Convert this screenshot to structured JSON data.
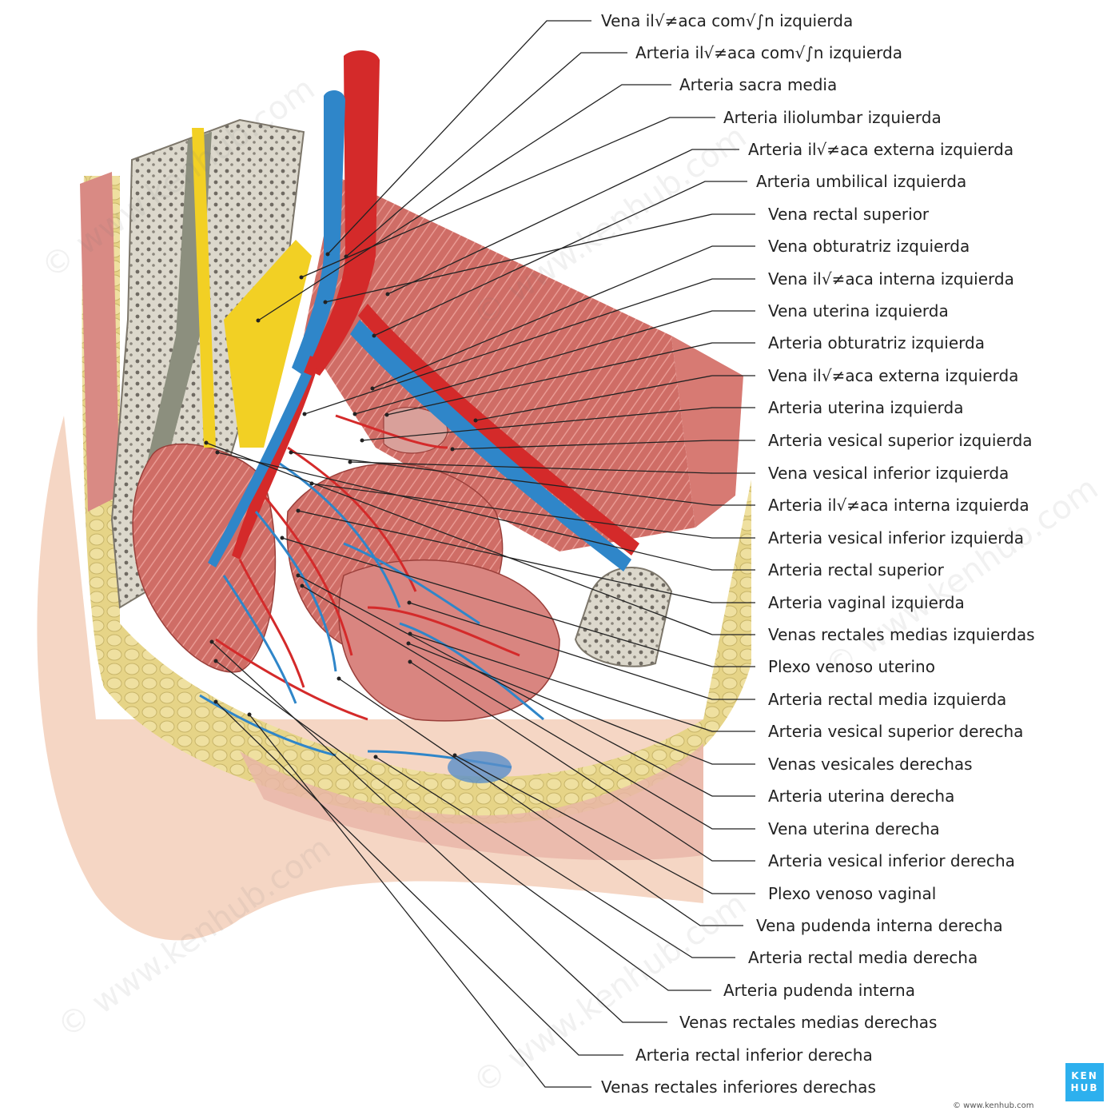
{
  "labels": [
    "Vena il√≠aca com√∫n izquierda",
    "Arteria il√≠aca com√∫n izquierda",
    "Arteria sacra media",
    "Arteria iliolumbar izquierda",
    "Arteria il√≠aca externa izquierda",
    "Arteria umbilical izquierda",
    "Vena rectal superior",
    "Vena obturatriz izquierda",
    "Vena il√≠aca interna izquierda",
    "Vena uterina izquierda",
    "Arteria obturatriz izquierda",
    "Vena il√≠aca externa izquierda",
    "Arteria uterina izquierda",
    "Arteria vesical superior izquierda",
    "Vena vesical inferior izquierda",
    "Arteria il√≠aca interna izquierda",
    "Arteria vesical inferior izquierda",
    "Arteria rectal superior",
    "Arteria vaginal izquierda",
    "Venas rectales medias izquierdas",
    "Plexo venoso uterino",
    "Arteria rectal media izquierda",
    "Arteria vesical superior derecha",
    "Venas vesicales derechas",
    "Arteria uterina derecha",
    "Vena uterina derecha",
    "Arteria vesical inferior derecha",
    "Plexo venoso vaginal",
    "Vena pudenda interna derecha",
    "Arteria rectal media derecha",
    "Arteria pudenda interna",
    "Venas rectales medias derechas",
    "Arteria rectal inferior derecha",
    "Venas rectales inferiores derechas"
  ],
  "watermark": "© www.kenhub.com",
  "logo": {
    "line1": "KEN",
    "line2": "HUB"
  },
  "footer": "© www.kenhub.com",
  "colors": {
    "artery": "#d42a2a",
    "vein": "#2f86c9",
    "nerve": "#f2d024",
    "fat": "#e8d88a",
    "muscle": "#c65a55",
    "bone": "#d9d4c4"
  }
}
